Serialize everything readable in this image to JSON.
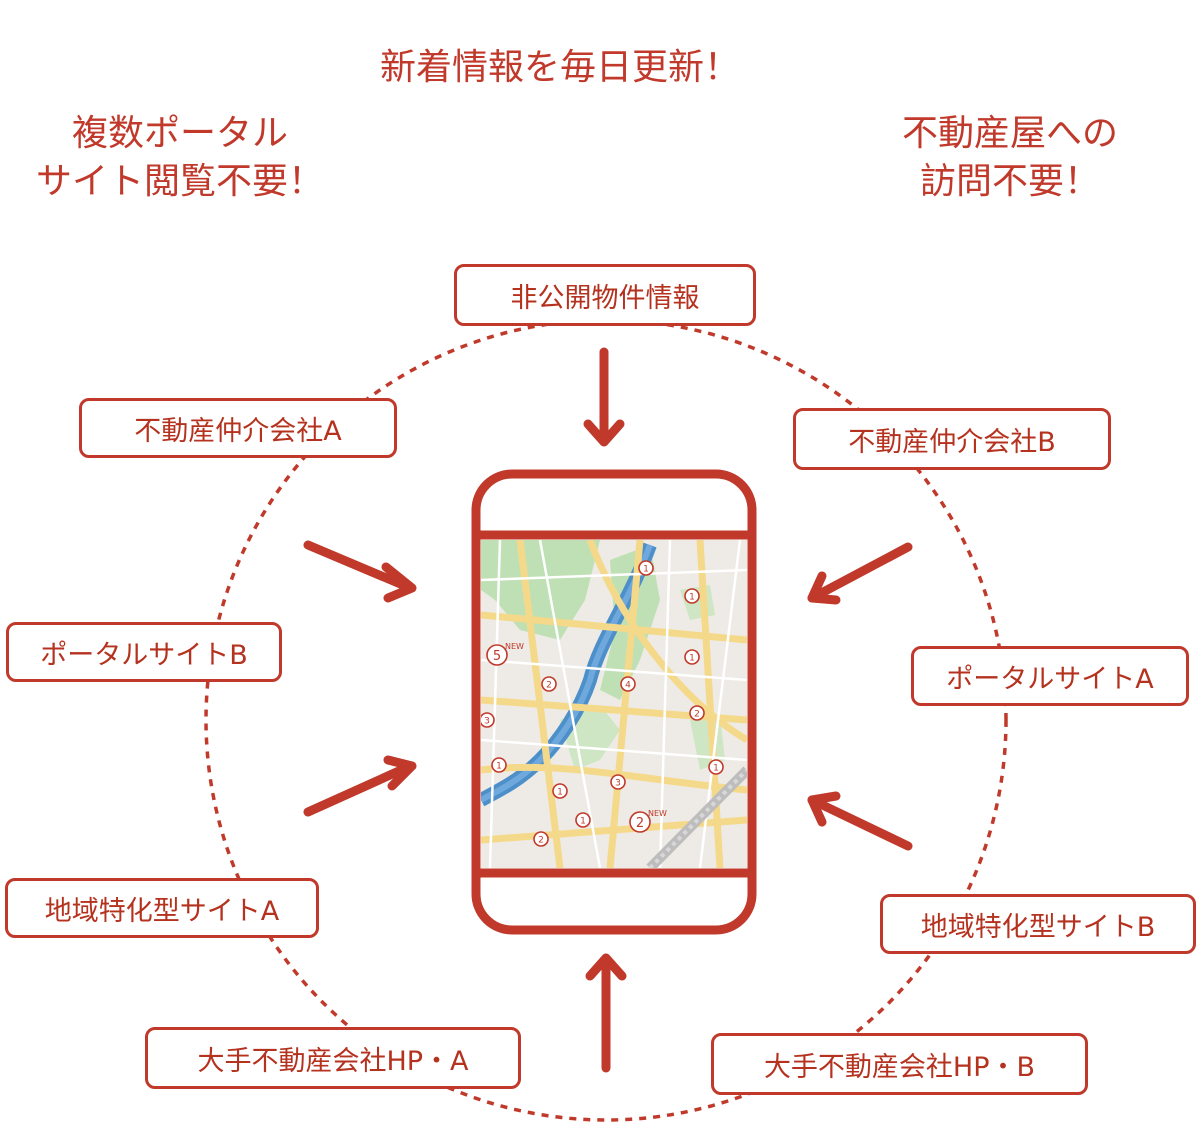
{
  "headings": {
    "top": "新着情報を毎日更新！",
    "left_line1": "複数ポータル",
    "left_line2": "サイト閲覧不要！",
    "right_line1": "不動産屋への",
    "right_line2": "訪問不要！"
  },
  "sources": {
    "private_listings": "非公開物件情報",
    "broker_a": "不動産仲介会社A",
    "broker_b": "不動産仲介会社B",
    "portal_b": "ポータルサイトB",
    "portal_a": "ポータルサイトA",
    "regional_a": "地域特化型サイトA",
    "regional_b": "地域特化型サイトB",
    "major_hp_a": "大手不動産会社HP・A",
    "major_hp_b": "大手不動産会社HP・B"
  },
  "map_pins": [
    {
      "count": "1",
      "badge": ""
    },
    {
      "count": "1",
      "badge": ""
    },
    {
      "count": "5",
      "badge": "NEW"
    },
    {
      "count": "1",
      "badge": ""
    },
    {
      "count": "2",
      "badge": ""
    },
    {
      "count": "4",
      "badge": ""
    },
    {
      "count": "3",
      "badge": ""
    },
    {
      "count": "2",
      "badge": ""
    },
    {
      "count": "1",
      "badge": ""
    },
    {
      "count": "1",
      "badge": ""
    },
    {
      "count": "3",
      "badge": ""
    },
    {
      "count": "1",
      "badge": ""
    },
    {
      "count": "1",
      "badge": ""
    },
    {
      "count": "2",
      "badge": "NEW"
    },
    {
      "count": "2",
      "badge": ""
    }
  ],
  "colors": {
    "accent": "#c0392b",
    "map_bg": "#eeebe6",
    "road": "#f5d98a",
    "park": "#bfe0b4",
    "river": "#4d8fc9"
  },
  "icons": {
    "phone": "smartphone-icon",
    "arrow": "arrow-icon"
  }
}
